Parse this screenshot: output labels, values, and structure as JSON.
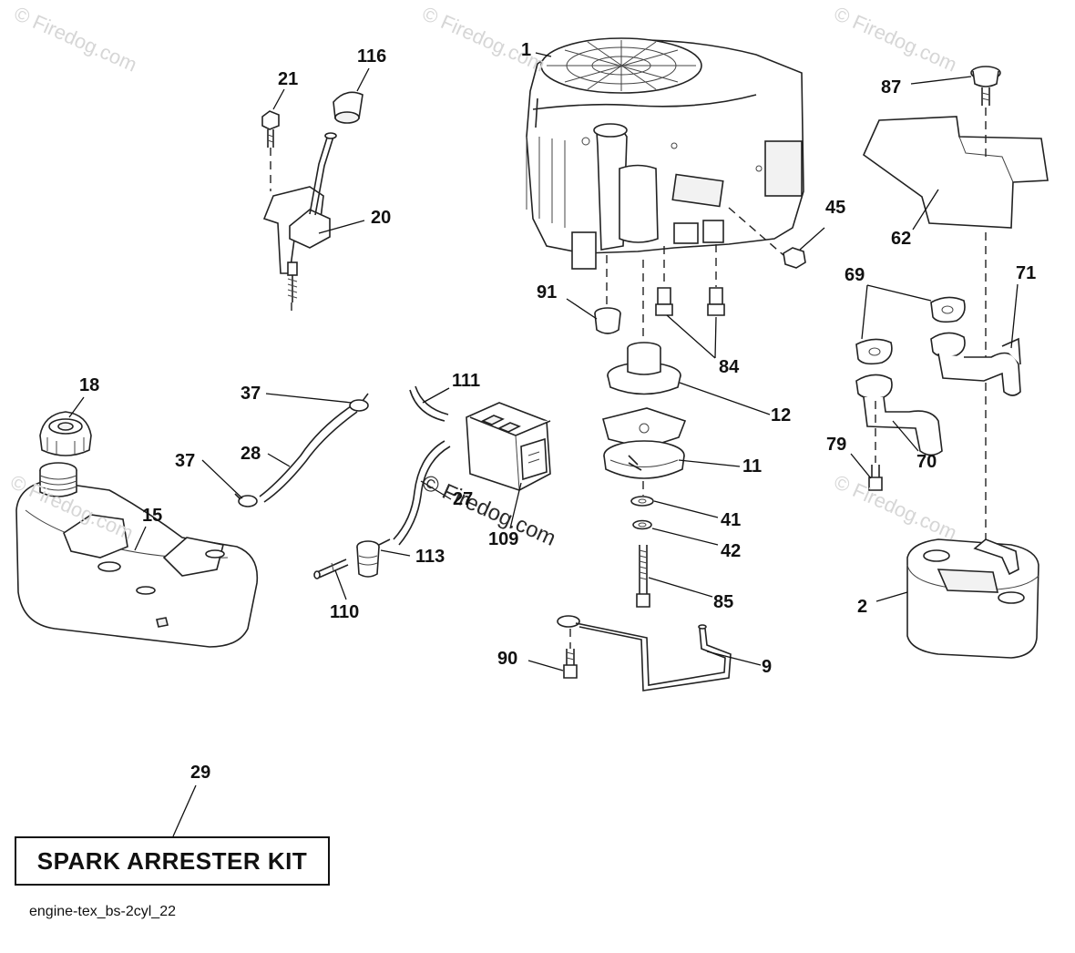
{
  "watermark": {
    "brand": "© Firedog.com"
  },
  "callouts": {
    "c1": "1",
    "c116": "116",
    "c21": "21",
    "c20": "20",
    "c87": "87",
    "c45": "45",
    "c62": "62",
    "c91": "91",
    "c84": "84",
    "c69": "69",
    "c71": "71",
    "c18": "18",
    "c37a": "37",
    "c111": "111",
    "c12": "12",
    "c28": "28",
    "c37b": "37",
    "c11": "11",
    "c79": "79",
    "c70": "70",
    "c15": "15",
    "c27": "27",
    "c109": "109",
    "c41": "41",
    "c42": "42",
    "c113": "113",
    "c110": "110",
    "c85": "85",
    "c2": "2",
    "c90": "90",
    "c9": "9",
    "c29": "29"
  },
  "kit": {
    "label": "SPARK ARRESTER KIT"
  },
  "diagram_id": "engine-tex_bs-2cyl_22"
}
